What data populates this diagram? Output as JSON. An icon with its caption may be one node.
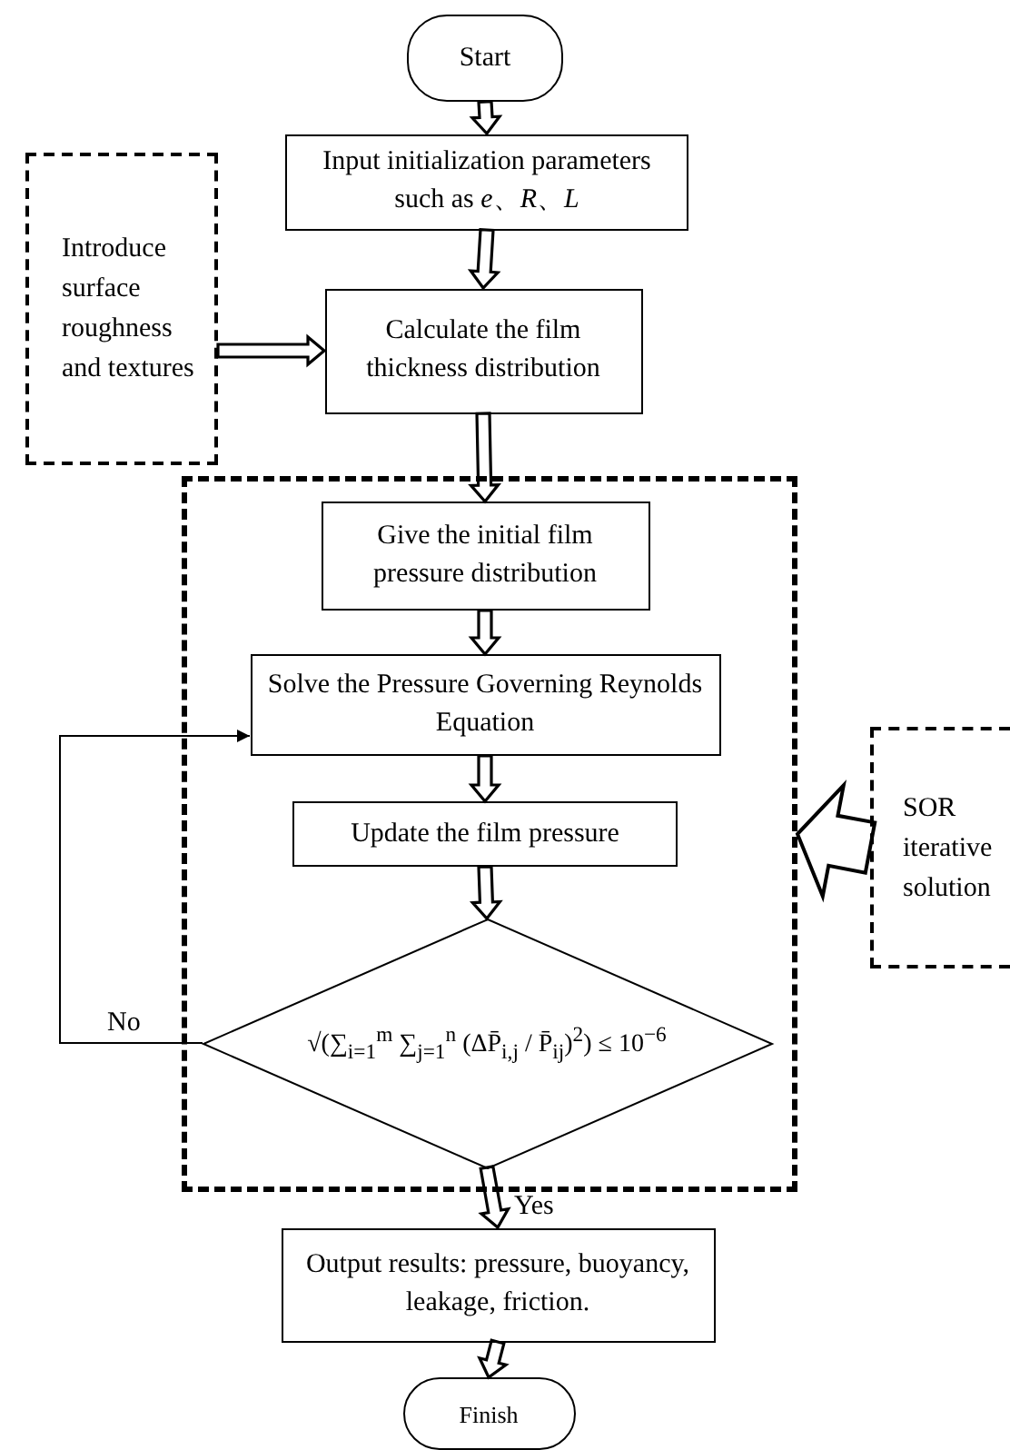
{
  "diagram": {
    "nodes": [
      {
        "text": [
          "Start"
        ]
      },
      {
        "text": [
          "Input initialization parameters such as *e*、*R*、*L*"
        ]
      },
      {
        "text": [
          "Introduce surface roughness and textures"
        ]
      },
      {
        "text": [
          "Calculate the film thickness distribution"
        ]
      },
      {
        "text": [],
        "shape": "box"
      },
      {
        "text": [
          "Give the initial film pressure distribution"
        ],
        "in": 4
      },
      {
        "text": [
          "Solve the Pressure Governing Reynolds Equation"
        ],
        "in": 4
      },
      {
        "text": [
          "Update the film pressure"
        ],
        "in": 4
      },
      {
        "text": [
          "√(∑$_{i=1}$$^{m}$ ∑$_{j=1}$$^{n}$ (ΔP̄$_{i,j}$ / P̄$_{ij}$)$^{2}$) ≤ 10$^{−6}$"
        ],
        "in": 4
      },
      {
        "text": [
          "SOR iterative solution"
        ]
      },
      {
        "text": [
          "Output results: pressure, buoyancy, leakage, friction."
        ]
      },
      {
        "text": [
          "Finish"
        ]
      }
    ],
    "edges": [
      {
        "from": 0,
        "to": 1,
        "arrow": "to",
        "style": "thick"
      },
      {
        "from": 1,
        "to": 3,
        "arrow": "to",
        "style": "thick"
      },
      {
        "from": 2,
        "to": 3,
        "arrow": "to",
        "style": "thick"
      },
      {
        "from": 3,
        "to": 5,
        "arrow": "to",
        "style": "thick"
      },
      {
        "from": 5,
        "to": 6,
        "arrow": "to",
        "style": "thick"
      },
      {
        "from": 6,
        "to": 7,
        "arrow": "to",
        "style": "thick"
      },
      {
        "from": 7,
        "to": 8,
        "arrow": "to",
        "style": "thick"
      },
      {
        "from": 8,
        "to": 6,
        "arrow": "to",
        "label": "No"
      },
      {
        "from": 8,
        "to": 10,
        "arrow": "to",
        "style": "thick",
        "label": "Yes"
      },
      {
        "from": 9,
        "to": 4,
        "arrow": "to",
        "style": "thick"
      },
      {
        "from": 10,
        "to": 11,
        "arrow": "to",
        "style": "thick"
      }
    ]
  }
}
